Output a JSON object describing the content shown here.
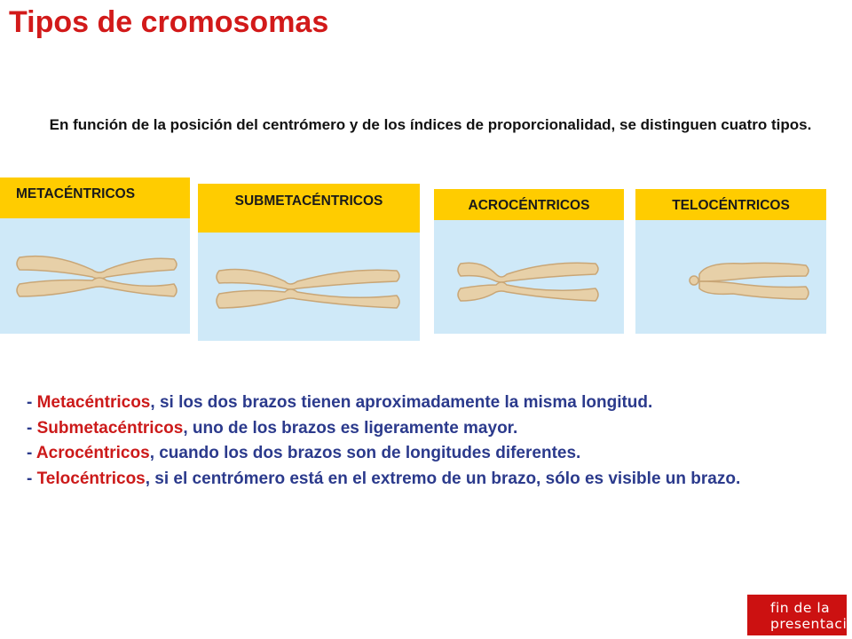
{
  "title": "Tipos de cromosomas",
  "intro": "En función de la posición del centrómero y de los índices de proporcionalidad, se distinguen cuatro tipos.",
  "panels": [
    {
      "label": "METACÉNTRICOS"
    },
    {
      "label": "SUBMETACÉNTRICOS"
    },
    {
      "label": "ACROCÉNTRICOS"
    },
    {
      "label": "TELOCÉNTRICOS"
    }
  ],
  "descriptions": [
    {
      "prefix": "- ",
      "term": "Metacéntricos",
      "text": ", si los dos brazos tienen aproximadamente la misma longitud."
    },
    {
      "prefix": "- ",
      "term": "Submetacéntricos",
      "text": ", uno de los brazos es ligeramente mayor."
    },
    {
      "prefix": "- ",
      "term": "Acrocéntricos",
      "text": ", cuando los dos brazos son de longitudes diferentes."
    },
    {
      "prefix": "- ",
      "term": "Telocéntricos",
      "text": ", si el centrómero está en el extremo de un brazo, sólo es visible un brazo."
    }
  ],
  "end_button": {
    "line1": "fin de la",
    "line2": "presentación"
  },
  "colors": {
    "title": "#d21a1a",
    "header_bg": "#ffcc00",
    "panel_bg": "#cfe9f8",
    "text_blue": "#2b3a8c",
    "term_red": "#cc1a1a",
    "button_bg": "#cc1111",
    "chromosome": "#e7d0a8"
  }
}
